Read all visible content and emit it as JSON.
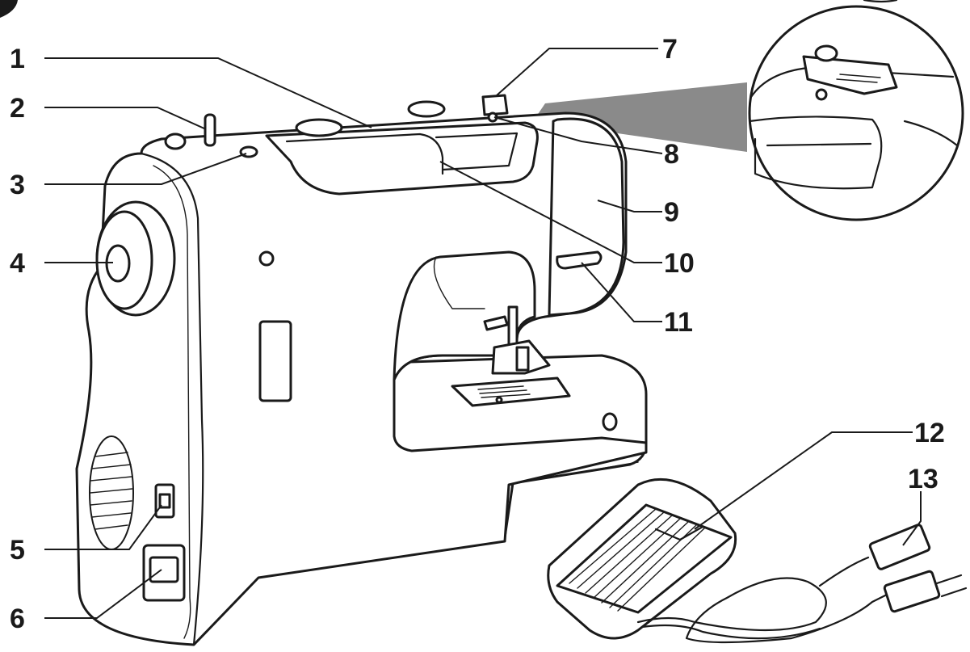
{
  "callouts": [
    {
      "id": "1",
      "label": "1"
    },
    {
      "id": "2",
      "label": "2"
    },
    {
      "id": "3",
      "label": "3"
    },
    {
      "id": "4",
      "label": "4"
    },
    {
      "id": "5",
      "label": "5"
    },
    {
      "id": "6",
      "label": "6"
    },
    {
      "id": "7",
      "label": "7"
    },
    {
      "id": "8",
      "label": "8"
    },
    {
      "id": "9",
      "label": "9"
    },
    {
      "id": "10",
      "label": "10"
    },
    {
      "id": "11",
      "label": "11"
    },
    {
      "id": "12",
      "label": "12"
    },
    {
      "id": "13",
      "label": "13"
    }
  ],
  "colors": {
    "line": "#1a1a1a",
    "background": "#ffffff",
    "magnifier_beam": "#8a8a8a"
  }
}
